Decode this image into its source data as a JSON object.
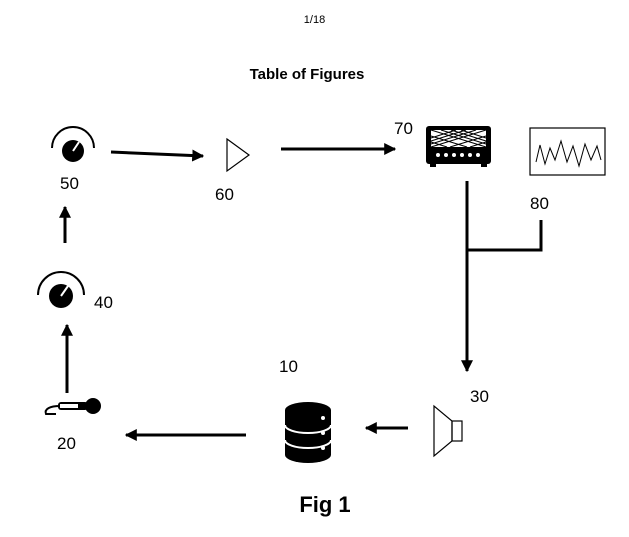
{
  "header": {
    "page_number": "1/18",
    "title": "Table of Figures"
  },
  "figure": {
    "caption": "Fig 1"
  },
  "labels": {
    "n10": "10",
    "n20": "20",
    "n30": "30",
    "n40": "40",
    "n50": "50",
    "n60": "60",
    "n70": "70",
    "n80": "80"
  }
}
